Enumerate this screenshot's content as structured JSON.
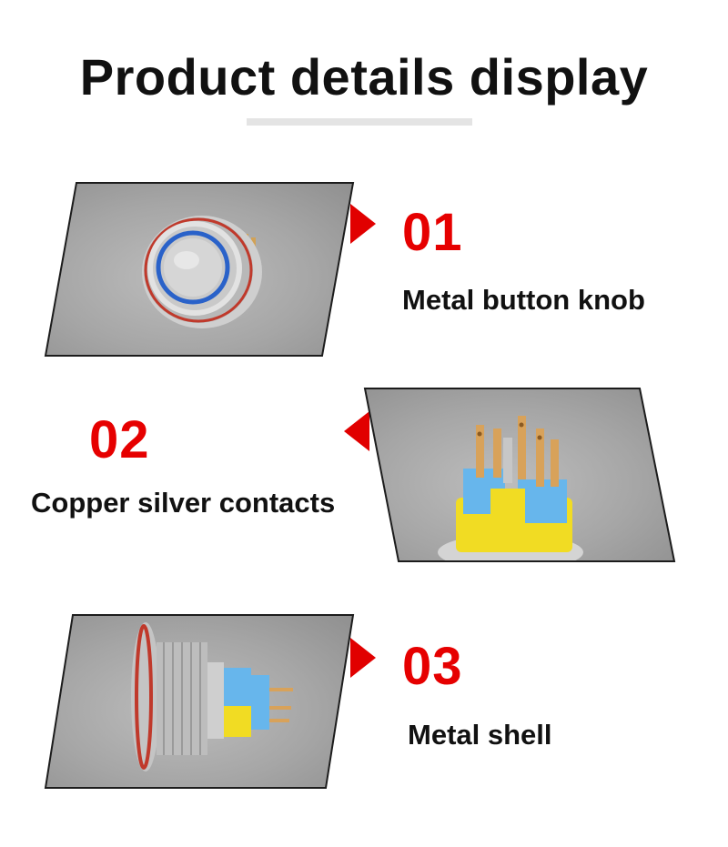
{
  "header": {
    "title": "Product details display"
  },
  "colors": {
    "accent": "#e60000",
    "panel_bg": "#a8a8a8",
    "title_bar": "#e4e4e4"
  },
  "details": [
    {
      "number": "01",
      "label": "Metal button knob",
      "image": "metal-button-knob-photo"
    },
    {
      "number": "02",
      "label": "Copper silver contacts",
      "image": "copper-silver-contacts-photo"
    },
    {
      "number": "03",
      "label": "Metal shell",
      "image": "metal-shell-photo"
    }
  ]
}
